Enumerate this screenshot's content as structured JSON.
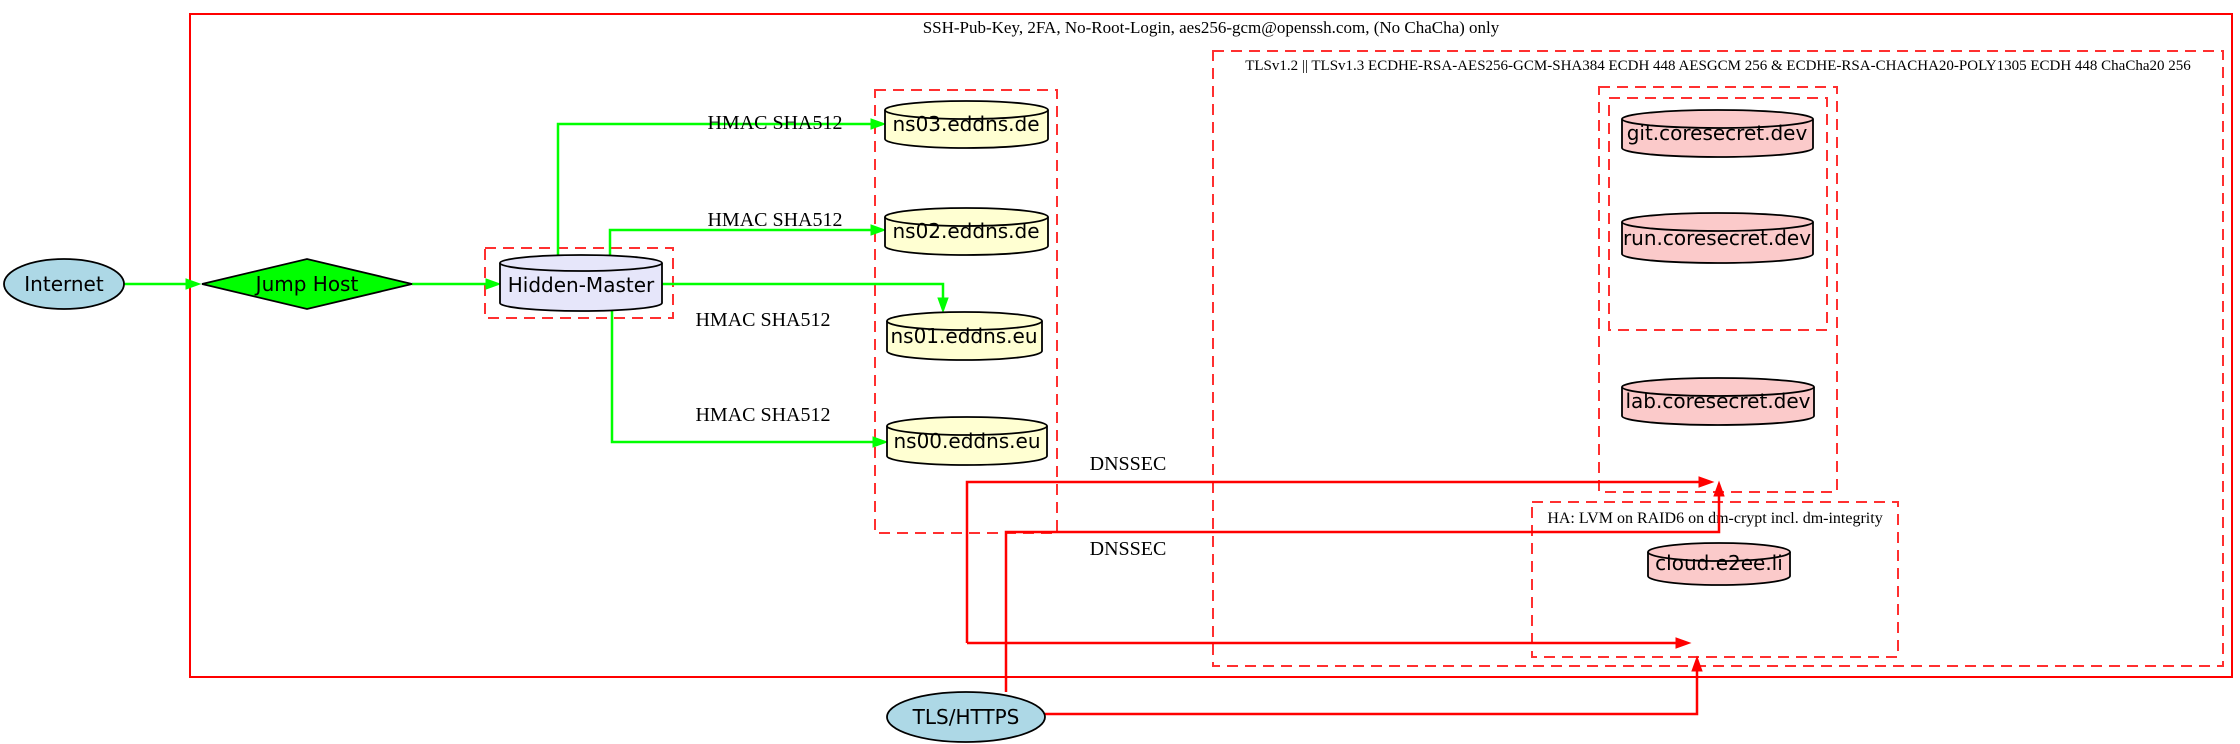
{
  "diagram": {
    "title_note": "network security architecture diagram",
    "clusters": {
      "ssh": {
        "label": "SSH-Pub-Key, 2FA, No-Root-Login, aes256-gcm@openssh.com, (No ChaCha) only"
      },
      "tls": {
        "label": "TLSv1.2 || TLSv1.3 ECDHE-RSA-AES256-GCM-SHA384 ECDH 448 AESGCM 256 & ECDHE-RSA-CHACHA20-POLY1305 ECDH 448 ChaCha20 256"
      },
      "ha": {
        "label": "HA: LVM on RAID6 on dm-crypt incl. dm-integrity"
      }
    },
    "nodes": {
      "internet": {
        "label": "Internet",
        "shape": "ellipse"
      },
      "jump_host": {
        "label": "Jump Host",
        "shape": "diamond"
      },
      "hidden_master": {
        "label": "Hidden-Master",
        "shape": "cylinder"
      },
      "ns03": {
        "label": "ns03.eddns.de",
        "shape": "cylinder"
      },
      "ns02": {
        "label": "ns02.eddns.de",
        "shape": "cylinder"
      },
      "ns01": {
        "label": "ns01.eddns.eu",
        "shape": "cylinder"
      },
      "ns00": {
        "label": "ns00.eddns.eu",
        "shape": "cylinder"
      },
      "git": {
        "label": "git.coresecret.dev",
        "shape": "cylinder"
      },
      "run": {
        "label": "run.coresecret.dev",
        "shape": "cylinder"
      },
      "lab": {
        "label": "lab.coresecret.dev",
        "shape": "cylinder"
      },
      "cloud": {
        "label": "cloud.e2ee.li",
        "shape": "cylinder"
      },
      "tls_https": {
        "label": "TLS/HTTPS",
        "shape": "ellipse"
      }
    },
    "edge_labels": {
      "hmac_ns03": "HMAC SHA512",
      "hmac_ns02": "HMAC SHA512",
      "hmac_ns01": "HMAC SHA512",
      "hmac_ns00": "HMAC SHA512",
      "dnssec_1": "DNSSEC",
      "dnssec_2": "DNSSEC"
    },
    "colors": {
      "edge_green": "#00ff00",
      "edge_red": "#ff0000",
      "cluster_border_dashed": "#ff3030",
      "cluster_border_solid": "#ff0000",
      "ns_fill": "#ffffd2",
      "secret_fill": "#fbcaca",
      "master_fill": "#e6e6fa",
      "endpoint_fill": "#add8e6",
      "jump_fill": "#00ff00",
      "text": "#000000",
      "node_border": "#000000",
      "background": "#ffffff"
    }
  }
}
